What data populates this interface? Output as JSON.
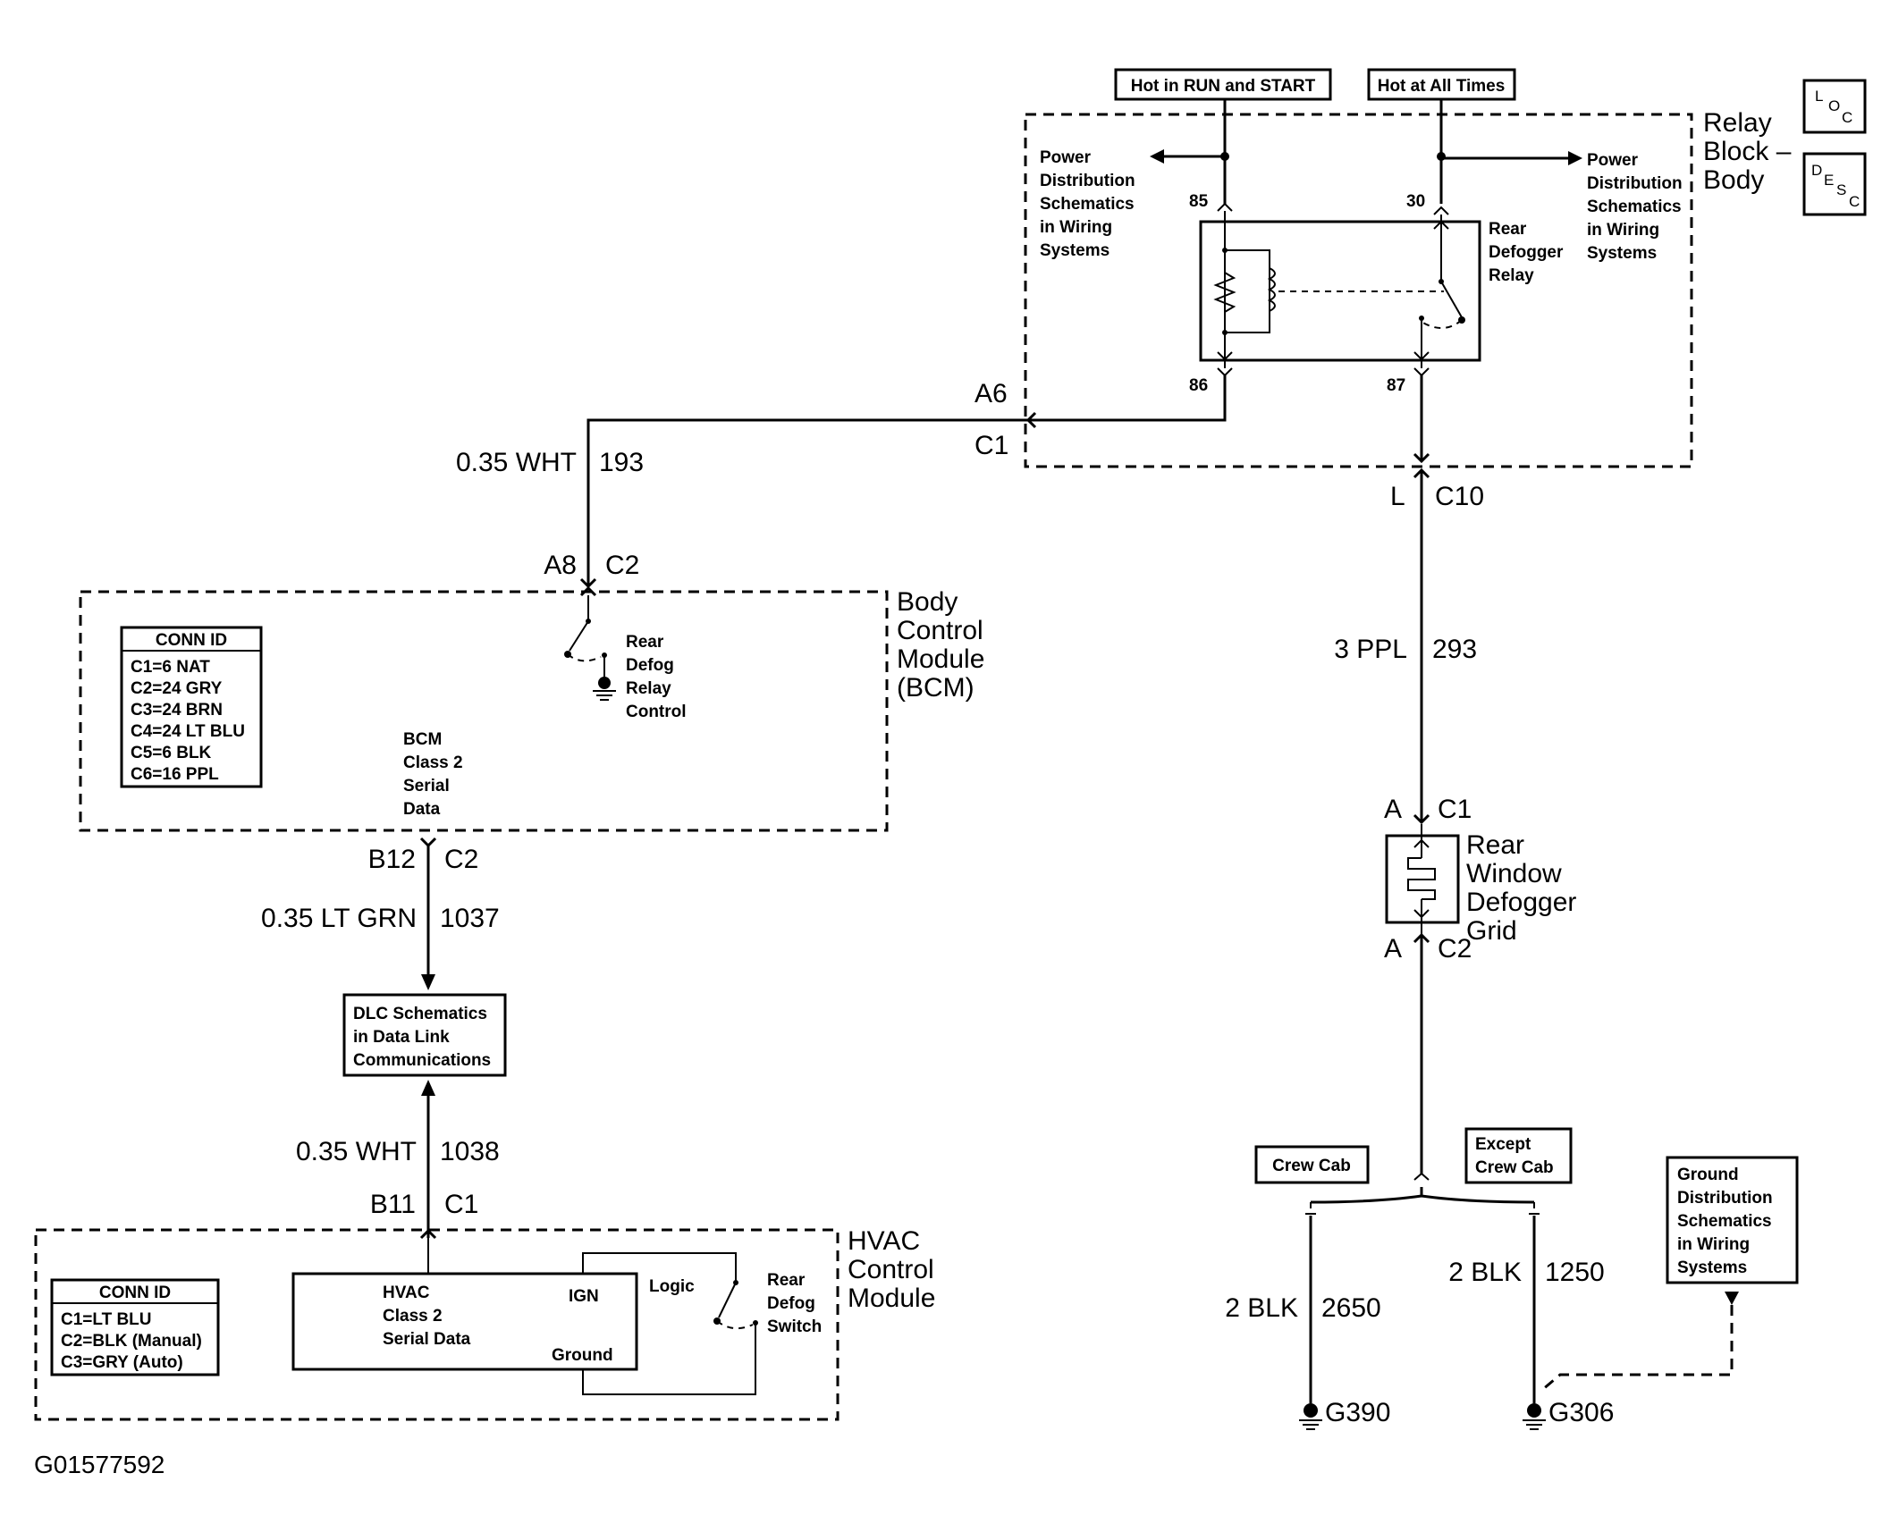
{
  "relay_block": {
    "title": [
      "Relay",
      "Block –",
      "Body"
    ],
    "hot_run_start": "Hot in RUN and START",
    "hot_all_times": "Hot at All Times",
    "power_left": [
      "Power",
      "Distribution",
      "Schematics",
      "in Wiring",
      "Systems"
    ],
    "power_right": [
      "Power",
      "Distribution",
      "Schematics",
      "in Wiring",
      "Systems"
    ],
    "relay_label": [
      "Rear",
      "Defogger",
      "Relay"
    ],
    "pins": {
      "p85": "85",
      "p30": "30",
      "p86": "86",
      "p87": "87"
    },
    "conn_a6": "A6",
    "conn_c1": "C1",
    "conn_l": "L",
    "conn_c10": "C10"
  },
  "loc_icon": {
    "a": "L",
    "b": "O",
    "c": "C"
  },
  "desc_icon": {
    "a": "D",
    "b": "E",
    "c": "S",
    "d": "C"
  },
  "wires": {
    "w193": {
      "gauge": "0.35 WHT",
      "circuit": "193"
    },
    "w293": {
      "gauge": "3 PPL",
      "circuit": "293"
    },
    "w1037": {
      "gauge": "0.35 LT GRN",
      "circuit": "1037"
    },
    "w1038": {
      "gauge": "0.35 WHT",
      "circuit": "1038"
    },
    "w2650": {
      "gauge": "2 BLK",
      "circuit": "2650"
    },
    "w1250": {
      "gauge": "2 BLK",
      "circuit": "1250"
    }
  },
  "bcm": {
    "title": [
      "Body",
      "Control",
      "Module",
      "(BCM)"
    ],
    "conn_top_pin": "A8",
    "conn_top": "C2",
    "conn_bottom_pin": "B12",
    "conn_bottom": "C2",
    "relay_control": [
      "Rear",
      "Defog",
      "Relay",
      "Control"
    ],
    "class2": [
      "BCM",
      "Class 2",
      "Serial",
      "Data"
    ],
    "conn_id_title": "CONN ID",
    "conn_ids": [
      "C1=6 NAT",
      "C2=24 GRY",
      "C3=24 BRN",
      "C4=24 LT BLU",
      "C5=6 BLK",
      "C6=16 PPL"
    ]
  },
  "dlc": {
    "lines": [
      "DLC Schematics",
      "in Data Link",
      "Communications"
    ]
  },
  "hvac": {
    "title": [
      "HVAC",
      "Control",
      "Module"
    ],
    "conn_pin": "B11",
    "conn": "C1",
    "class2": [
      "HVAC",
      "Class 2",
      "Serial Data"
    ],
    "ign": "IGN",
    "ground": "Ground",
    "logic": "Logic",
    "switch": [
      "Rear",
      "Defog",
      "Switch"
    ],
    "conn_id_title": "CONN ID",
    "conn_ids": [
      "C1=LT BLU",
      "C2=BLK (Manual)",
      "C3=GRY (Auto)"
    ]
  },
  "grid": {
    "title": [
      "Rear",
      "Window",
      "Defogger",
      "Grid"
    ],
    "top_pin": "A",
    "top_conn": "C1",
    "bottom_pin": "A",
    "bottom_conn": "C2"
  },
  "grounds": {
    "crew_cab": "Crew Cab",
    "except_crew_cab": [
      "Except",
      "Crew Cab"
    ],
    "g390": "G390",
    "g306": "G306",
    "ground_dist": [
      "Ground",
      "Distribution",
      "Schematics",
      "in Wiring",
      "Systems"
    ]
  },
  "figure_id": "G01577592"
}
